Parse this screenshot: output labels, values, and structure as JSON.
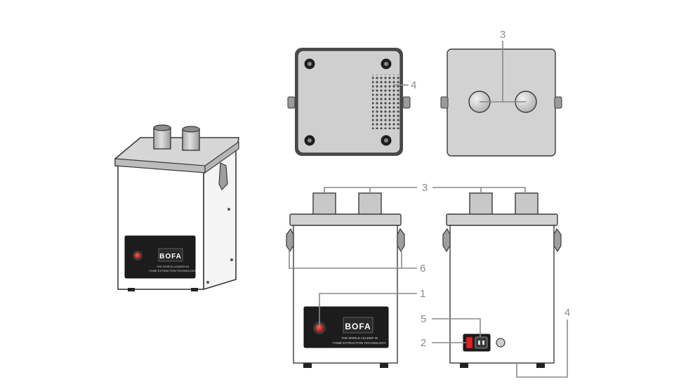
{
  "brand": {
    "logo": "BOFA",
    "tagline_line1": "THE WORLD LEADER IN",
    "tagline_line2": "FUME EXTRACTION TECHNOLOGY"
  },
  "callouts": {
    "c1": "1",
    "c2": "2",
    "c3_top": "3",
    "c3_front": "3",
    "c4_bottom_view": "4",
    "c4_rear": "4",
    "c5": "5",
    "c6": "6"
  },
  "colors": {
    "power_switch": "#d9262b",
    "panel": "#1c1c1c",
    "body": "#ffffff",
    "top_plate": "#d2d2d2",
    "leader_line": "#8a8a8a"
  }
}
